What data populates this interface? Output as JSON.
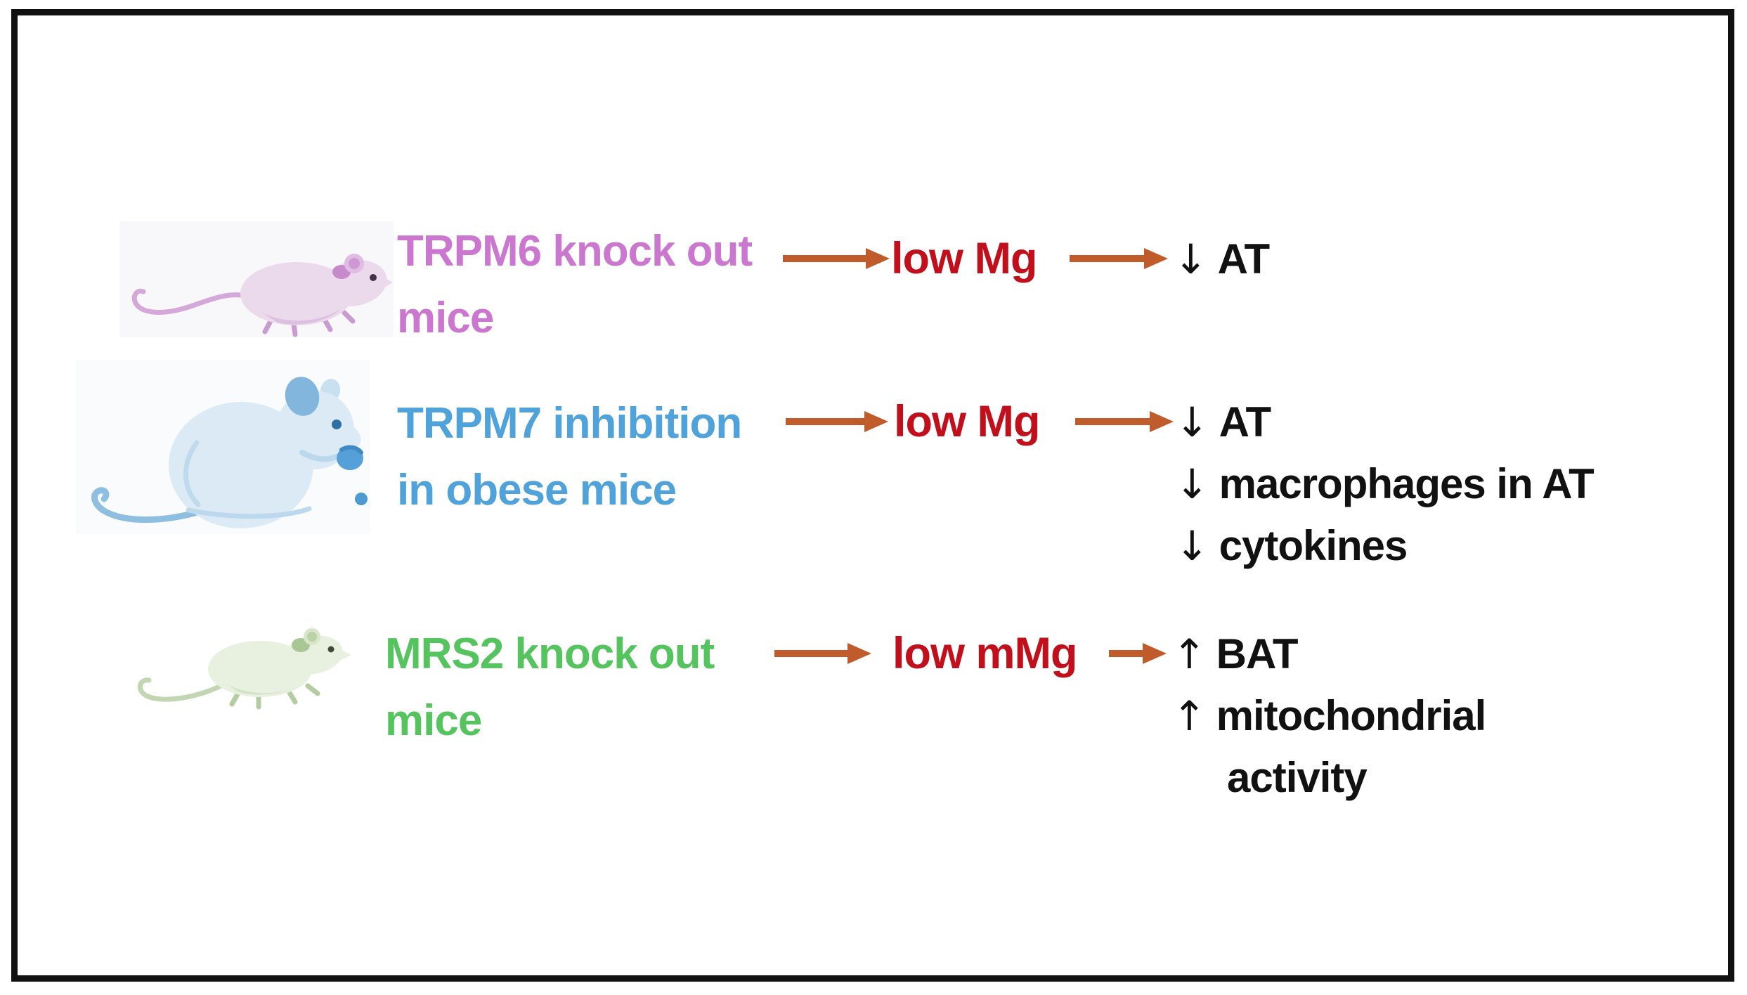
{
  "figure": {
    "background": "#FFFFFF",
    "border_color": "#111111",
    "arrow_color": "#C05B2B",
    "mediator_color": "#C1101C",
    "outcome_color": "#111111",
    "rows": [
      {
        "mouse": "pink mouse walking",
        "mouse_color": "#EADAEC",
        "label_color": "#CC77CF",
        "label_lines": [
          "TRPM6 knock out",
          "mice"
        ],
        "mediator": "low Mg",
        "outcome_lines": [
          {
            "glyph": "↓",
            "text": "AT"
          }
        ]
      },
      {
        "mouse": "blue obese mouse sitting",
        "mouse_color": "#DCEAF5",
        "label_color": "#4FA3DA",
        "label_lines": [
          "TRPM7 inhibition",
          "in obese mice"
        ],
        "mediator": "low Mg",
        "outcome_lines": [
          {
            "glyph": "↓",
            "text": "AT"
          },
          {
            "glyph": "↓",
            "text": "macrophages in AT"
          },
          {
            "glyph": "↓",
            "text": "cytokines"
          }
        ]
      },
      {
        "mouse": "green mouse walking",
        "mouse_color": "#E8F0DF",
        "label_color": "#55C45E",
        "label_lines": [
          "MRS2 knock out",
          "mice"
        ],
        "mediator": "low mMg",
        "outcome_lines": [
          {
            "glyph": "↑",
            "text": "BAT"
          },
          {
            "glyph": "↑",
            "text": "mitochondrial"
          },
          {
            "glyph": "",
            "text": "activity"
          }
        ]
      }
    ]
  }
}
